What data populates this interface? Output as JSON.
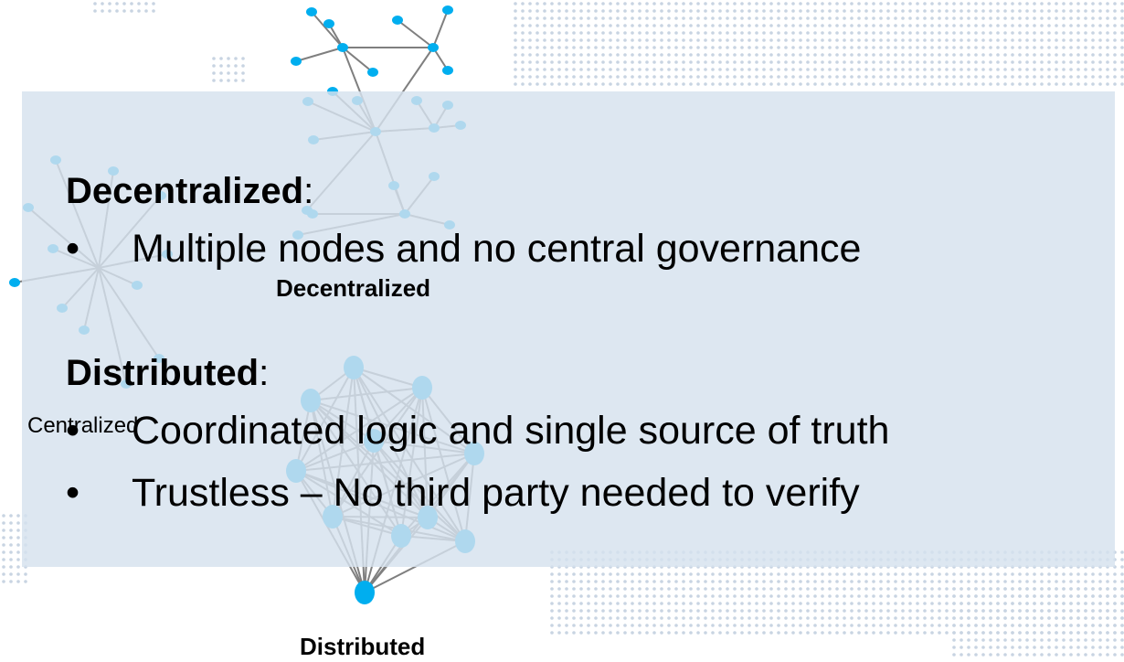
{
  "colors": {
    "node": "#00AEEF",
    "edge": "#7F7F7F",
    "panel": "#D6E2EE",
    "dots": "#C8D4E2"
  },
  "captions": {
    "decentralized": "Decentralized",
    "distributed": "Distributed",
    "centralized": "Centralized"
  },
  "sections": [
    {
      "heading": "Decentralized",
      "colon": ":",
      "bullets": [
        "Multiple nodes and no central governance"
      ]
    },
    {
      "heading": "Distributed",
      "colon": ":",
      "bullets": [
        "Coordinated logic and single source of truth",
        "Trustless – No third party needed to verify"
      ]
    }
  ],
  "bullet_glyph": "•"
}
